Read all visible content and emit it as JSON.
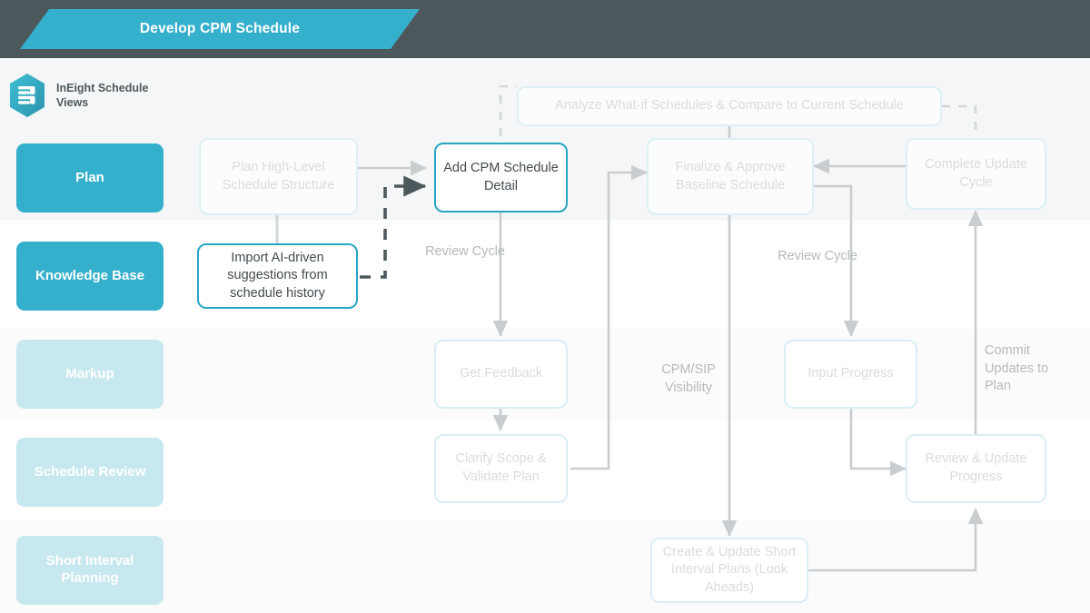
{
  "header": {
    "banner_title": "Develop CPM Schedule",
    "bar_color": "#4d585c",
    "banner_color": "#35b0cc"
  },
  "brand": {
    "icon": "ineight-hex-logo-icon",
    "line1": "InEight Schedule",
    "line2": "Views"
  },
  "sidebar": {
    "items": [
      {
        "label": "Plan",
        "state": "active"
      },
      {
        "label": "Knowledge Base",
        "state": "active"
      },
      {
        "label": "Markup",
        "state": "dim"
      },
      {
        "label": "Schedule Review",
        "state": "dim"
      },
      {
        "label": "Short Interval Planning",
        "state": "dim"
      }
    ],
    "active_color": "#35b0cc",
    "dim_color": "#c8e8f0"
  },
  "nodes": [
    {
      "id": "analyze-what-if",
      "label": "Analyze What-if Schedules & Compare to Current Schedule",
      "state": "dim"
    },
    {
      "id": "plan-high-level",
      "label": "Plan High-Level Schedule Structure",
      "state": "dim"
    },
    {
      "id": "add-cpm-detail",
      "label": "Add CPM Schedule Detail",
      "state": "active"
    },
    {
      "id": "finalize-approve",
      "label": "Finalize & Approve Baseline Schedule",
      "state": "dim"
    },
    {
      "id": "complete-update-cycle",
      "label": "Complete Update Cycle",
      "state": "dim"
    },
    {
      "id": "import-ai-suggestions",
      "label": "Import AI-driven suggestions from schedule history",
      "state": "active"
    },
    {
      "id": "get-feedback",
      "label": "Get Feedback",
      "state": "dim"
    },
    {
      "id": "input-progress",
      "label": "Input Progress",
      "state": "dim"
    },
    {
      "id": "clarify-scope",
      "label": "Clarify Scope & Validate Plan",
      "state": "dim"
    },
    {
      "id": "review-update-progress",
      "label": "Review & Update Progress",
      "state": "dim"
    },
    {
      "id": "create-update-sip",
      "label": "Create & Update Short Interval Plans (Look Aheads)",
      "state": "dim"
    }
  ],
  "connector_labels": [
    {
      "id": "review-cycle-left",
      "text": "Review Cycle"
    },
    {
      "id": "review-cycle-right",
      "text": "Review Cycle"
    },
    {
      "id": "cpm-sip-visibility",
      "text": "CPM/SIP Visibility"
    },
    {
      "id": "commit-updates",
      "text": "Commit Updates to Plan"
    }
  ],
  "colors": {
    "accent": "#35b0cc",
    "accent_border": "#27a5c4",
    "dim_border": "#d9eef5",
    "dim_text": "#d8dcde",
    "wire": "#c9cdcf",
    "dashed_wire": "#4d585c",
    "dashed_light": "#d3d8da",
    "label_text": "#b4b9bc",
    "band_shade": "#f5f6f7"
  }
}
